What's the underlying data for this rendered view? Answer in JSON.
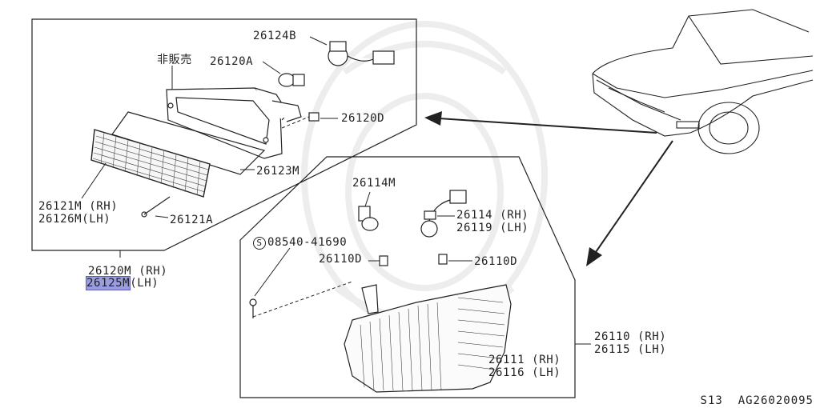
{
  "upper_box": {
    "not_for_sale": "非販売",
    "bulb_socket": "26124B",
    "bulb": "26120A",
    "clip": "26120D",
    "gasket": "26123M",
    "lens_rh": "26121M (RH)",
    "lens_lh": "26126M(LH)",
    "screw": "26121A"
  },
  "upper_assembly": {
    "rh": "26120M (RH)",
    "lh_part": "26125M",
    "lh_suffix": "(LH)"
  },
  "lower_box": {
    "bulb_single": "26114M",
    "harness_rh": "26114 (RH)",
    "harness_lh": "26119 (LH)",
    "screw_symbol": "S",
    "screw": "08540-41690",
    "clip_left": "26110D",
    "clip_right": "26110D",
    "lens_rh": "26111 (RH)",
    "lens_lh": "26116 (LH)"
  },
  "lower_assembly": {
    "rh": "26110 (RH)",
    "lh": "26115 (LH)"
  },
  "footer": {
    "model": "S13",
    "code": "AG26020095"
  },
  "colors": {
    "line": "#222222",
    "highlight": "#9a9ce0"
  }
}
